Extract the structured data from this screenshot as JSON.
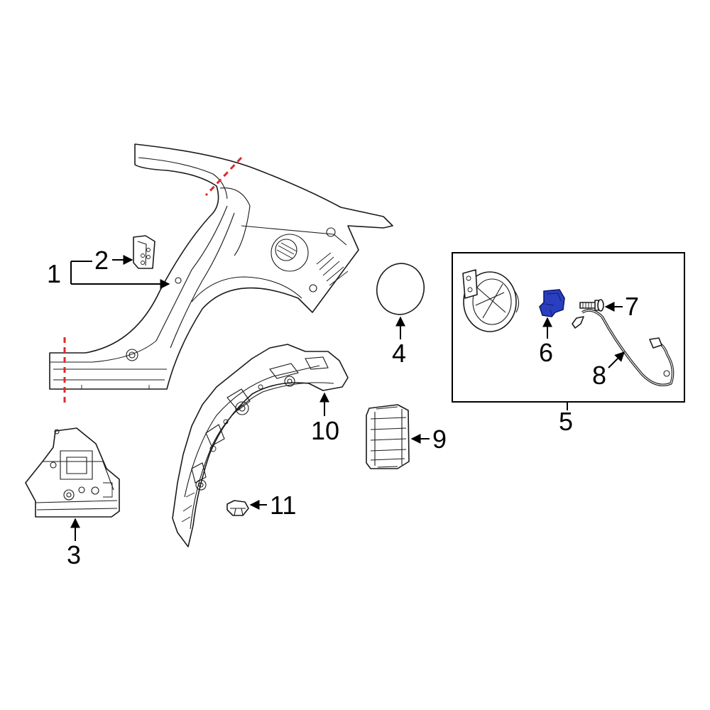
{
  "callouts": {
    "c1": "1",
    "c2": "2",
    "c3": "3",
    "c4": "4",
    "c5": "5",
    "c6": "6",
    "c7": "7",
    "c8": "8",
    "c9": "9",
    "c10": "10",
    "c11": "11"
  },
  "colors": {
    "cut_line": "#e0282a",
    "highlight_fill": "#2a3fbf",
    "highlight_stroke": "#0d1a6e",
    "line": "#1a1a1a"
  },
  "highlighted_part": "6"
}
